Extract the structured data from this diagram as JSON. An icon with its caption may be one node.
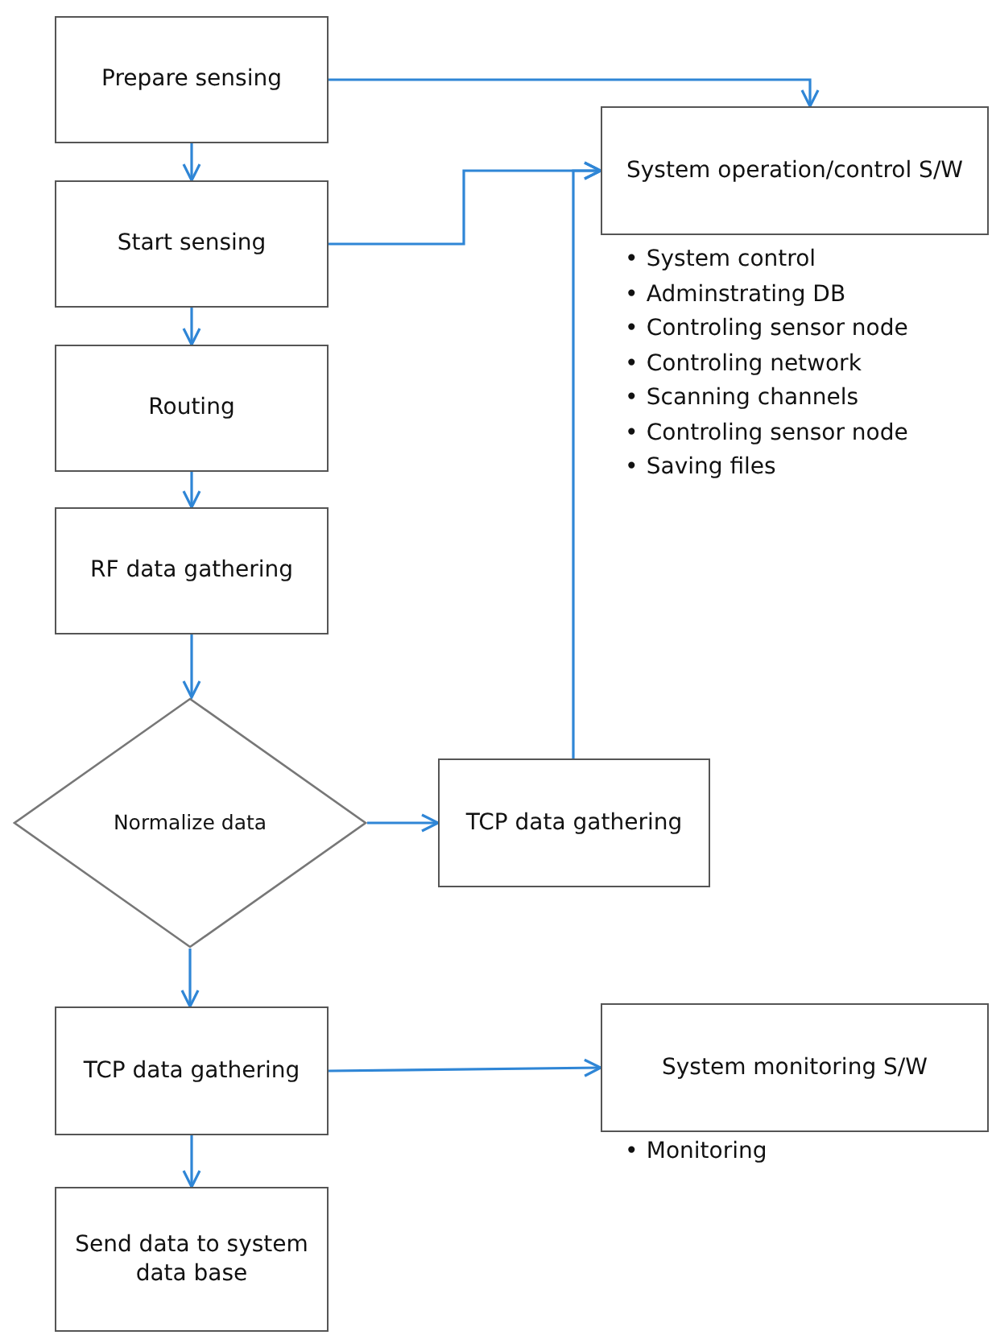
{
  "diagram": {
    "nodes": [
      {
        "text": [
          "Prepare sensing"
        ]
      },
      {
        "text": [
          "Start sensing"
        ]
      },
      {
        "text": [
          "Routing"
        ]
      },
      {
        "text": [
          "RF data gathering"
        ]
      },
      {
        "text": [
          "Normalize data"
        ]
      },
      {
        "text": [
          "TCP data gathering"
        ]
      },
      {
        "text": [
          "System operation/control S/W"
        ],
        "beside": [
          "•\tSystem control",
          "•\tAdminstrating DB",
          "•\tControling sensor node",
          "•\tControling network",
          "•\tScanning channels",
          "•\tControling sensor node",
          "•\tSaving files"
        ]
      },
      {
        "text": [
          "TCP data gathering"
        ]
      },
      {
        "text": [
          "System monitoring S/W"
        ],
        "beside": [
          "•\tMonitoring"
        ]
      },
      {
        "text": [
          "Send data to system data base"
        ]
      }
    ],
    "edges": [
      {
        "from": 0,
        "to": 1,
        "arrow": "to"
      },
      {
        "from": 1,
        "to": 2,
        "arrow": "to"
      },
      {
        "from": 2,
        "to": 3,
        "arrow": "to"
      },
      {
        "from": 3,
        "to": 4,
        "arrow": "to"
      },
      {
        "from": 0,
        "to": 6,
        "arrow": "to"
      },
      {
        "from": 1,
        "to": 6,
        "arrow": "to"
      },
      {
        "from": 4,
        "to": 5,
        "arrow": "to"
      },
      {
        "from": 5,
        "to": 6,
        "arrow": "to"
      },
      {
        "from": 4,
        "to": 7,
        "arrow": "to"
      },
      {
        "from": 7,
        "to": 8,
        "arrow": "to"
      },
      {
        "from": 7,
        "to": 9,
        "arrow": "to"
      }
    ]
  }
}
